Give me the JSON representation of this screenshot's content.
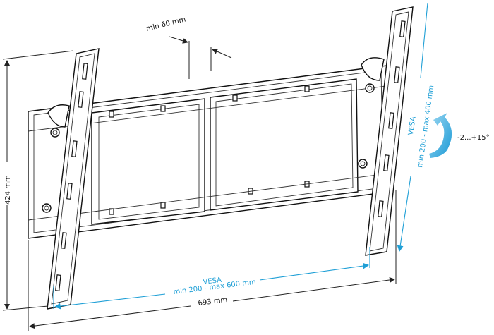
{
  "labels": {
    "min_gap": "min 60 mm",
    "height": "424 mm",
    "width": "693 mm",
    "vesa_h_title": "VESA",
    "vesa_h_range": "min 200 - max 600 mm",
    "vesa_v_title": "VESA",
    "vesa_v_range": "min 200 - max 400 mm",
    "tilt": "-2...+15°"
  },
  "colors": {
    "accent": "#1e9fd6",
    "line": "#111111"
  },
  "icons": [
    "tilt-arrow-icon"
  ]
}
